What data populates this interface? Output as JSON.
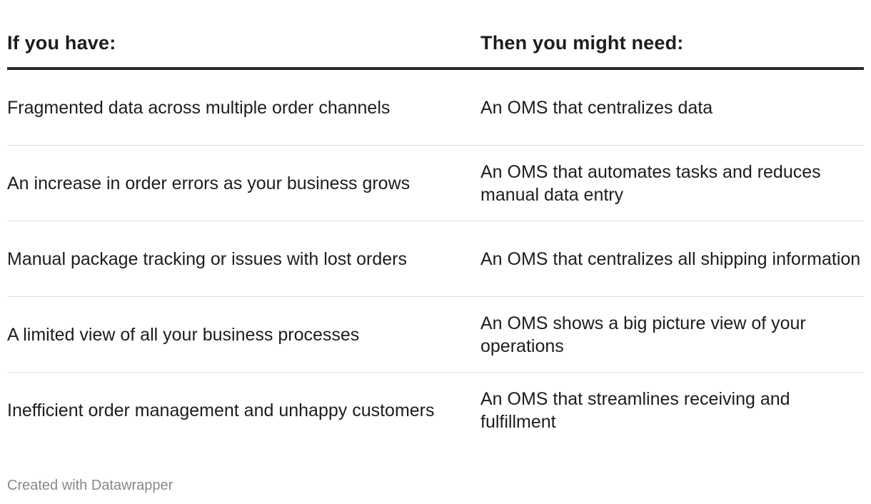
{
  "table": {
    "headers": {
      "left": "If you have:",
      "right": "Then you might need:"
    },
    "rows": [
      {
        "problem": "Fragmented data across multiple order channels",
        "solution": "An OMS that centralizes data"
      },
      {
        "problem": "An increase in order errors as your business grows",
        "solution": "An OMS that automates tasks and reduces manual data entry"
      },
      {
        "problem": "Manual package tracking or issues with lost orders",
        "solution": "An OMS that centralizes all shipping information"
      },
      {
        "problem": "A limited view of all your business processes",
        "solution": "An OMS shows a big picture view of your operations"
      },
      {
        "problem": "Inefficient order management and unhappy customers",
        "solution": "An OMS that streamlines receiving and fulfillment"
      }
    ]
  },
  "footer": {
    "credit": "Created with Datawrapper"
  }
}
